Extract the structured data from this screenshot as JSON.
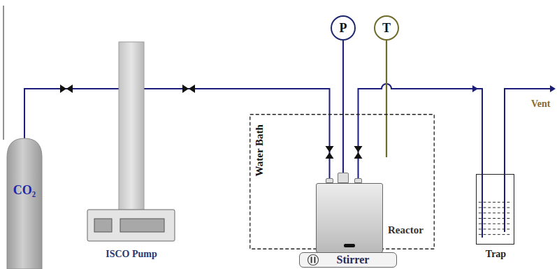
{
  "diagram": {
    "nodes": [
      {
        "text": [
          "CO₂"
        ]
      },
      {
        "text": [
          "ISCO Pump"
        ]
      },
      {
        "text": [
          "P"
        ]
      },
      {
        "text": [
          "T"
        ]
      },
      {
        "text": [
          "Water Bath"
        ]
      },
      {
        "text": [
          "Reactor"
        ],
        "in": 4
      },
      {
        "text": [
          "Stirrer"
        ]
      },
      {
        "text": [
          "Trap"
        ]
      }
    ],
    "edges": [
      {
        "from": 0,
        "to": 1,
        "arrow": "none"
      },
      {
        "from": 1,
        "to": 5,
        "arrow": "none"
      },
      {
        "from": 2,
        "to": 5,
        "arrow": "none"
      },
      {
        "from": 5,
        "to": 7,
        "arrow": "to"
      }
    ],
    "labels": [
      "Vent"
    ]
  }
}
